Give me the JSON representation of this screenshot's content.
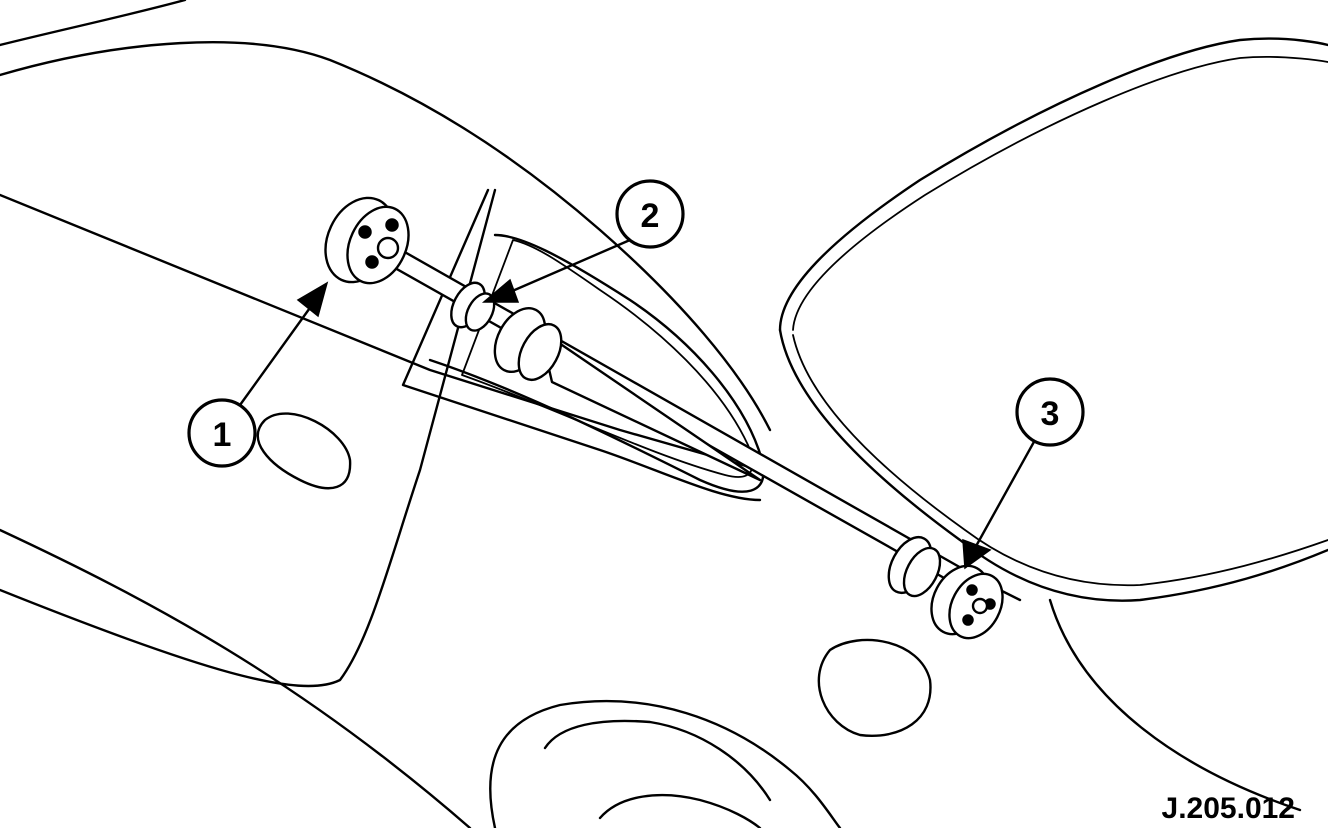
{
  "callouts": [
    {
      "label": "1"
    },
    {
      "label": "2"
    },
    {
      "label": "3"
    }
  ],
  "figure_reference": "J.205.012",
  "colors": {
    "ink": "#000000",
    "paper": "#ffffff"
  }
}
